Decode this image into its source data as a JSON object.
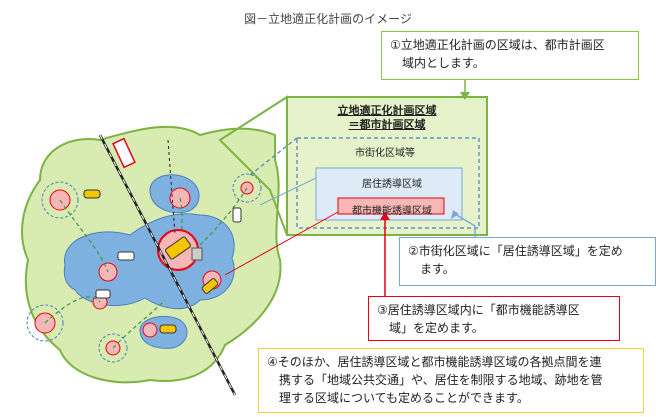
{
  "title": "図－立地適正化計画のイメージ",
  "plan_area": {
    "title_line1": "立地適正化計画区域",
    "title_line2": "＝都市計画区域",
    "urbanization_label": "市街化区域等",
    "residential_label": "居住誘導区域",
    "urban_function_label": "都市機能誘導区域"
  },
  "callouts": {
    "c1": {
      "line1": "①立地適正化計画の区域は、都市計画区",
      "line2": "域内とします。"
    },
    "c2": {
      "line1": "②市街化区域に「居住誘導区域」を定め",
      "line2": "ます。"
    },
    "c3": {
      "line1": "③居住誘導区域内に「都市機能誘導区",
      "line2": "域」を定めます。"
    },
    "c4": {
      "line1": "④そのほか、居住誘導区域と都市機能誘導区域の各拠点間を連",
      "line2": "携する「地域公共交通」や、居住を制限する地域、跡地を管",
      "line3": "理する区域についても定めることができます。"
    }
  },
  "colors": {
    "city_green": "#d8ecb2",
    "city_border": "#7cb342",
    "blue_area": "#7fb1e0",
    "residential_fill": "#dfeaf7",
    "urban_function_fill": "#f7b7b7",
    "red_accent": "#e60012",
    "plan_box_fill": "#e6f2c9"
  },
  "icons": [
    "train-icon",
    "bus-icon",
    "car-icon",
    "building-icon"
  ]
}
